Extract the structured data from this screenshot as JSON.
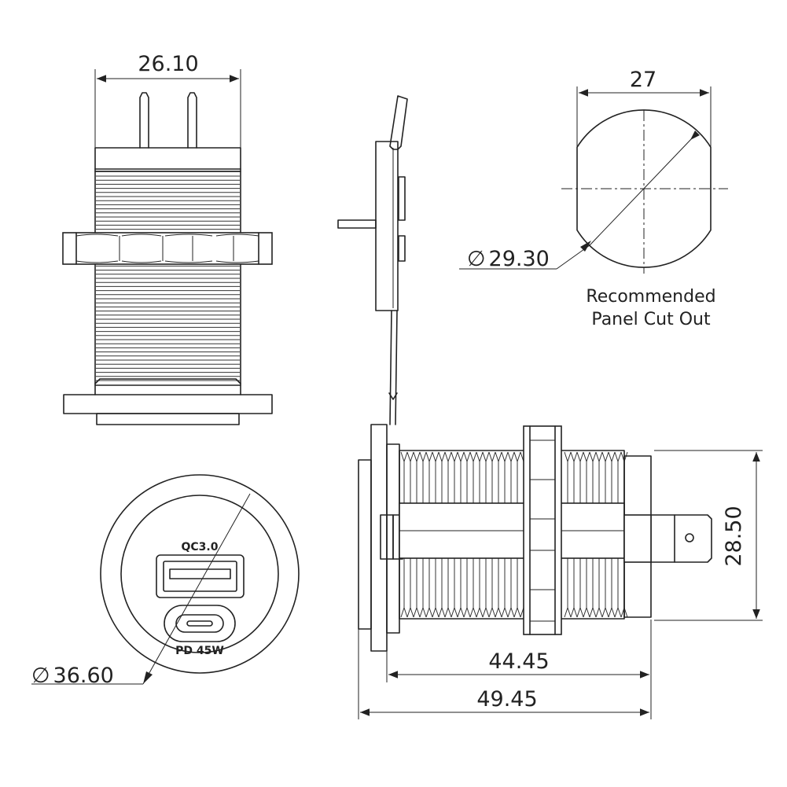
{
  "dimensions": {
    "top_width": "26.10",
    "cutout_width": "27",
    "cutout_diameter": "29.30",
    "face_diameter": "36.60",
    "body_height": "28.50",
    "thread_length": "44.45",
    "total_length": "49.45",
    "diameter_symbol": "∅"
  },
  "notes": {
    "cutout_line1": "Recommended",
    "cutout_line2": "Panel Cut Out"
  },
  "ports": {
    "usb_a_label": "QC3.0",
    "usb_c_label": "PD 45W"
  },
  "colors": {
    "line": "#222222",
    "background": "#ffffff"
  }
}
